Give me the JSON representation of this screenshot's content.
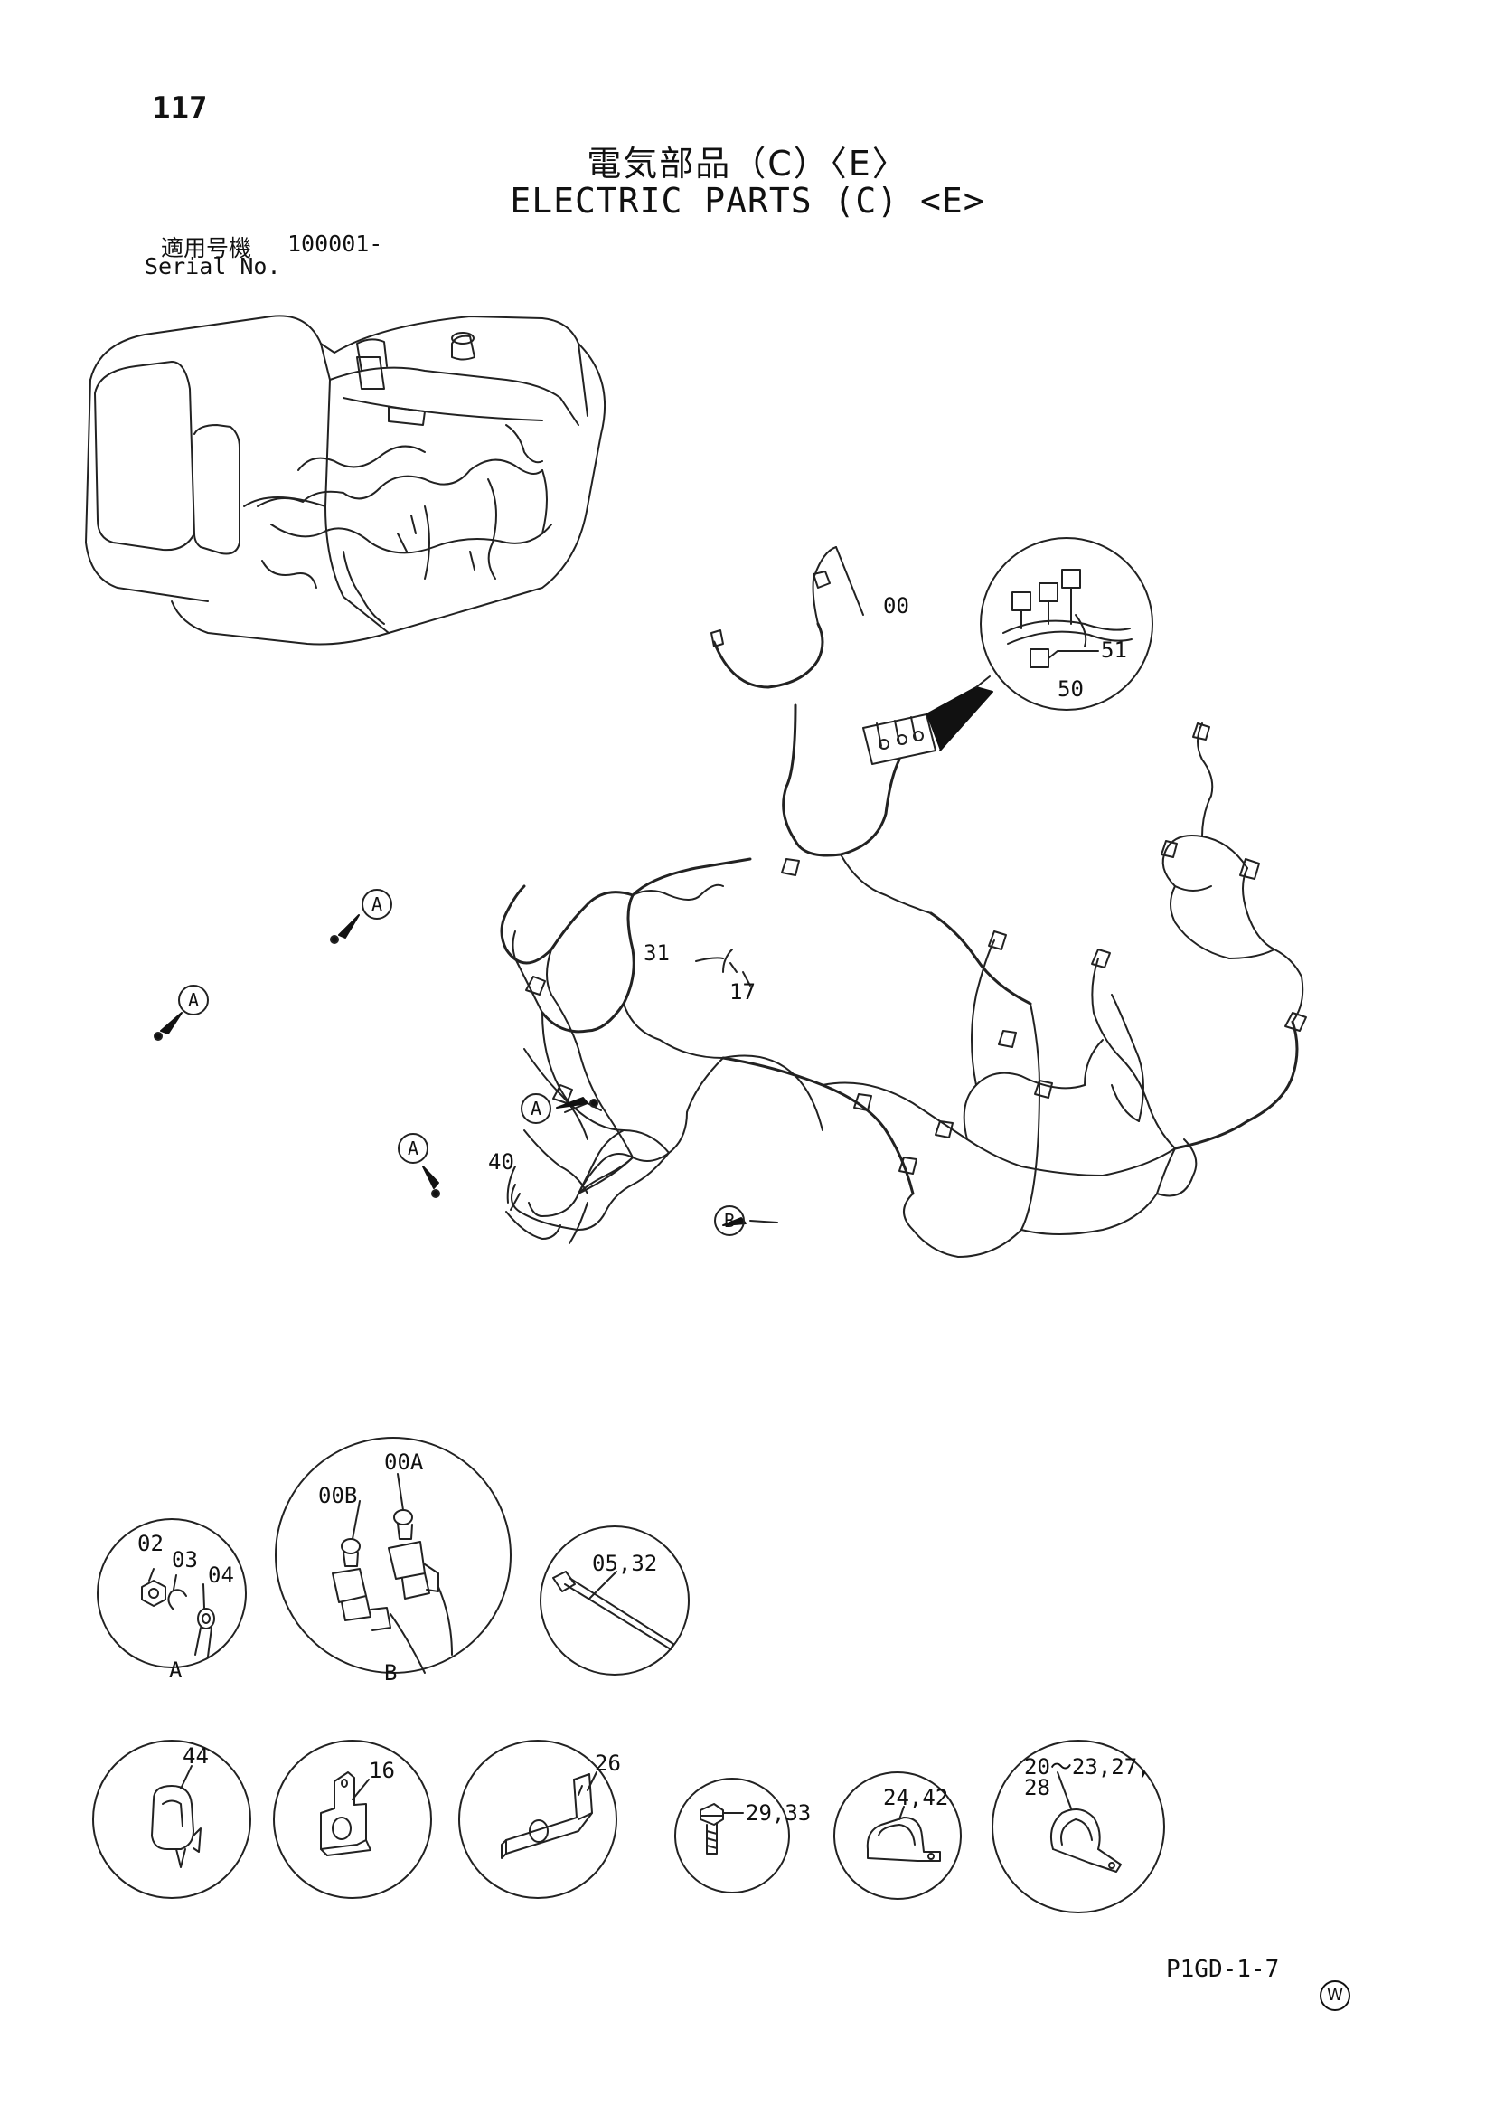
{
  "page": {
    "number": "117",
    "title_jp": "電気部品（C）〈E〉",
    "title_en": "ELECTRIC PARTS (C) <E>",
    "serial_label_jp": "適用号機",
    "serial_value": "100001-",
    "serial_label_en": "Serial No.",
    "footer_code": "P1GD-1-7",
    "w_mark": "W"
  },
  "callouts": {
    "harness": "00",
    "relay_51": "51",
    "relay_50": "50",
    "part_31": "31",
    "part_17": "17",
    "part_40": "40",
    "ref_a": "A",
    "ref_b": "B"
  },
  "detail_circles": {
    "a": {
      "labels": [
        "02",
        "03",
        "04"
      ],
      "caption": "A"
    },
    "b": {
      "labels": [
        "00B",
        "00A"
      ],
      "caption": "B"
    },
    "tie": {
      "label": "05,32"
    },
    "clip": {
      "label": "44"
    },
    "plate16": {
      "label": "16"
    },
    "plate26": {
      "label": "26"
    },
    "bolt": {
      "label": "29,33"
    },
    "clamp1": {
      "label": "24,42"
    },
    "clamp2": {
      "line1": "20～23,27,",
      "line2": "28"
    }
  }
}
